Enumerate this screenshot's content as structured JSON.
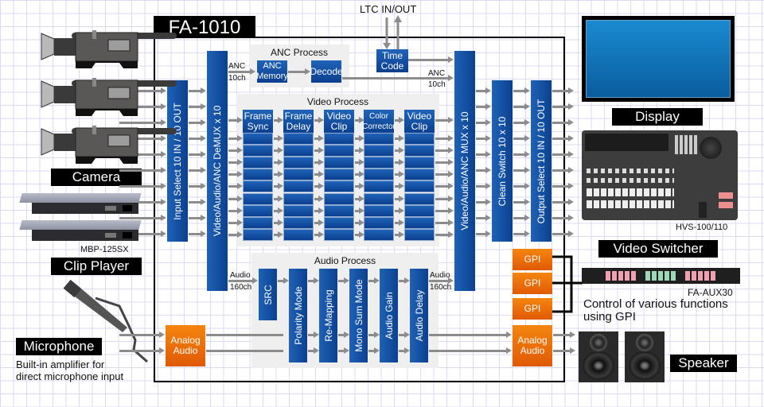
{
  "title": "FA-1010",
  "ltc": "LTC IN/OUT",
  "anc_process": {
    "title": "ANC Process",
    "in_label": [
      "ANC",
      "10ch"
    ],
    "blocks": [
      "ANC Memory",
      "Decode"
    ]
  },
  "time_code": "Time Code",
  "anc_out_label": [
    "ANC",
    "10ch"
  ],
  "video_process": {
    "title": "Video Process",
    "blocks": [
      "Frame Sync",
      "Frame Delay",
      "Video Clip",
      "Color Corrector",
      "Video Clip"
    ],
    "channel_rows": 10
  },
  "audio_process": {
    "title": "Audio Process",
    "blocks": [
      "SRC",
      "Polarity Mode",
      "Re-Mapping",
      "Mono Sum Mode",
      "Audio Gain",
      "Audio Delay"
    ],
    "in_label": [
      "Audio",
      "160ch"
    ],
    "out_label": [
      "Audio",
      "160ch"
    ]
  },
  "vertical_blocks": {
    "input_select": "Input Select 10 IN / 10 OUT",
    "demux": "Video/Audio/ANC DeMUX x 10",
    "mux": "Video/Audio/ANC MUX x 10",
    "clean_switch": "Clean Switch 10 x 10",
    "output_select": "Output Select 10 IN / 10 OUT"
  },
  "analog_audio_in": "Analog Audio",
  "analog_audio_out": "Analog Audio",
  "gpi": [
    "GPI",
    "GPI",
    "GPI"
  ],
  "devices": {
    "camera": {
      "label": "Camera",
      "count": 3
    },
    "clip_player": {
      "label": "Clip Player",
      "model": "MBP-125SX",
      "count": 2
    },
    "microphone": {
      "label": "Microphone",
      "note_line1": "Built-in amplifier for",
      "note_line2": "direct microphone input"
    },
    "display": {
      "label": "Display"
    },
    "video_switcher": {
      "label": "Video Switcher",
      "model": "HVS-100/110"
    },
    "aux": {
      "model": "FA-AUX30",
      "note_line1": "Control of various functions",
      "note_line2": "using GPI"
    },
    "speaker": {
      "label": "Speaker",
      "count": 2
    }
  },
  "colors": {
    "block_blue": "#0b3f8f",
    "orange": "#f07010",
    "arrow_gray": "#8c8c8c",
    "panel_gray": "#efefef"
  }
}
